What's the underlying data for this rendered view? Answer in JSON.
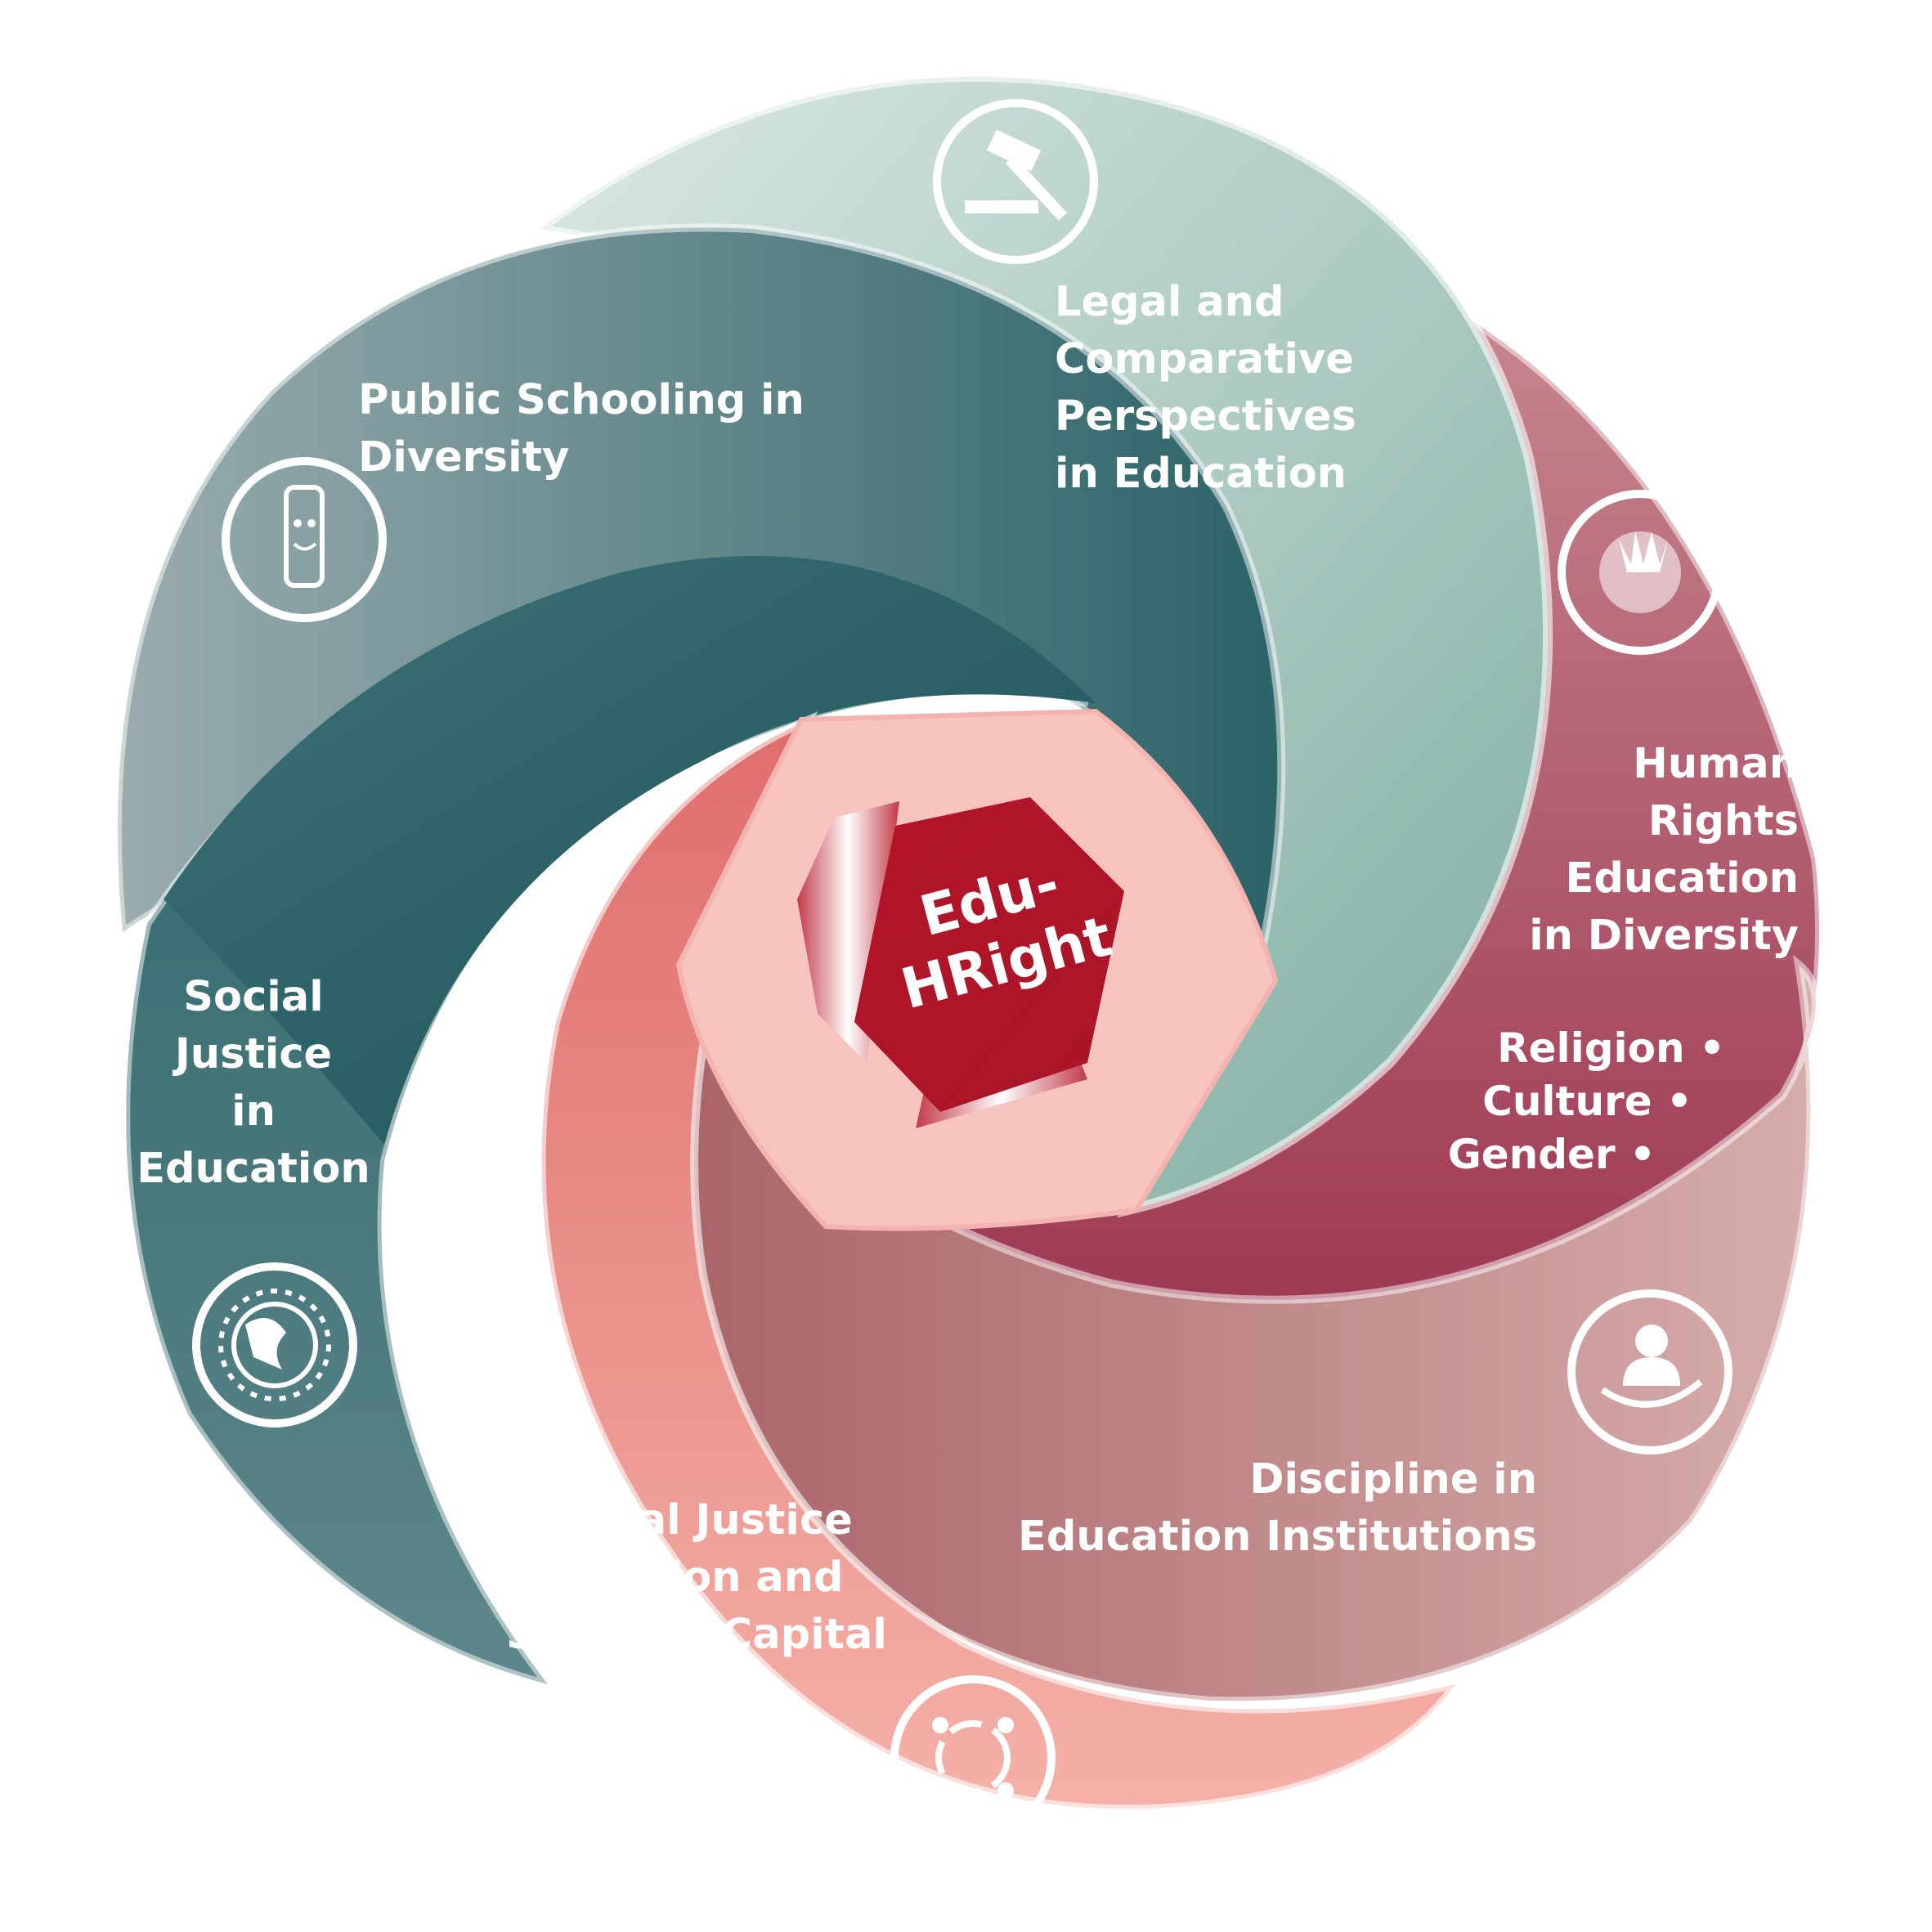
{
  "center": {
    "label": "Edu-\nHRight"
  },
  "petals": [
    {
      "id": "legal",
      "label": "Legal and\nComparative\nPerspectives\nin Education",
      "icon": "gavel-icon",
      "color_light": "#c1d7d2",
      "color_dark": "#7fada2"
    },
    {
      "id": "public",
      "label": "Public Schooling in\nDiversity",
      "icon": "pencil-character-icon",
      "color_light": "#9aacae",
      "color_dark": "#3f7275"
    },
    {
      "id": "human",
      "label": "Human\nRights\nEducation\nin Diversity",
      "icon": "hand-burst-icon",
      "color_light": "#c27c86",
      "color_dark": "#9f3a52"
    },
    {
      "id": "social",
      "label": "Social\nJustice\nin\nEducation",
      "icon": "globe-people-icon",
      "color_light": "#5e878b",
      "color_dark": "#23585e"
    },
    {
      "id": "religion",
      "label": "Social Justice\nReligion and\nSpiritual Capital",
      "icon": "circle-people-icon",
      "color_light": "#f1a49c",
      "color_dark": "#e0706d"
    },
    {
      "id": "discipline",
      "label": "Discipline in\nEducation Institutions",
      "icon": "person-in-hand-icon",
      "color_light": "#cda3a1",
      "color_dark": "#ae6b6d"
    }
  ],
  "human_sub": [
    "Religion •",
    "Culture •",
    "Gender •"
  ]
}
